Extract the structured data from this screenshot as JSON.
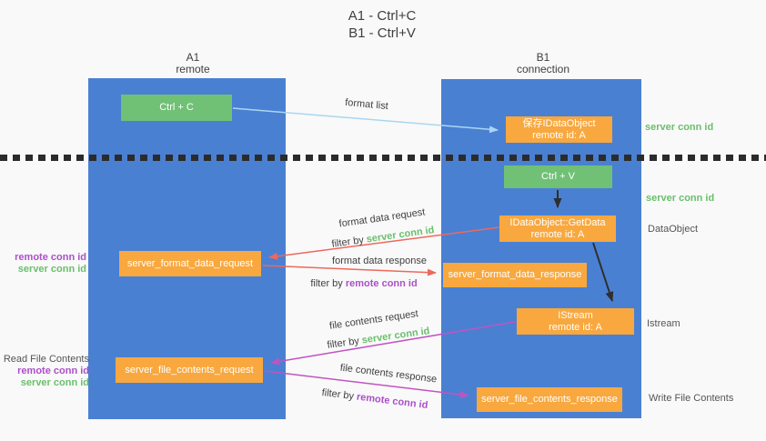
{
  "title": {
    "line1": "A1 - Ctrl+C",
    "line2": "B1 - Ctrl+V"
  },
  "lanes": {
    "left": {
      "name": "A1",
      "role": "remote"
    },
    "right": {
      "name": "B1",
      "role": "connection"
    }
  },
  "nodes": {
    "ctrl_c": "Ctrl + C",
    "ctrl_v": "Ctrl + V",
    "save_idataobject": {
      "line1": "保存IDataObject",
      "line2": "remote id: A"
    },
    "getdata": {
      "line1": "IDataObject::GetData",
      "line2": "remote id: A"
    },
    "istream": {
      "line1": "IStream",
      "line2": "remote id: A"
    },
    "server_format_data_request": "server_format_data_request",
    "server_format_data_response": "server_format_data_response",
    "server_file_contents_request": "server_file_contents_request",
    "server_file_contents_response": "server_file_contents_response"
  },
  "arrows": {
    "format_list": {
      "label": "format list"
    },
    "format_data_request": {
      "label": "format data request",
      "filter_prefix": "filter by ",
      "filter_key": "server conn id"
    },
    "format_data_response": {
      "label": "format data response",
      "filter_prefix": "filter by ",
      "filter_key": "remote conn id"
    },
    "file_contents_request": {
      "label": "file contents request",
      "filter_prefix": "filter by ",
      "filter_key": "server conn id"
    },
    "file_contents_response": {
      "label": "file contents response",
      "filter_prefix": "filter by ",
      "filter_key": "remote conn id"
    }
  },
  "side_labels": {
    "server_conn_id_top": "server conn id",
    "server_conn_id_mid": "server conn id",
    "dataobject": "DataObject",
    "istream": "Istream",
    "write_file_contents": "Write File Contents",
    "read_file_contents": "Read File Contents",
    "format_remote_conn_id": "remote conn id",
    "format_server_conn_id": "server conn id",
    "file_remote_conn_id": "remote conn id",
    "file_server_conn_id": "server conn id"
  },
  "colors": {
    "lane_blue": "#4a80d2",
    "node_green": "#70c175",
    "node_orange": "#f8a83e",
    "arrow_blue": "#a9d6f2",
    "arrow_red": "#ee685c",
    "arrow_magenta": "#c253c2",
    "arrow_black": "#2e2e2e",
    "text_green": "#6abf6c",
    "text_purple": "#aa50c8",
    "text_gray": "#555555"
  }
}
